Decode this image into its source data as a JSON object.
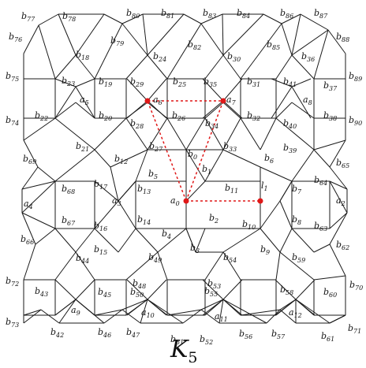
{
  "title": "K",
  "title_subscript": "5",
  "colors": {
    "edge": "#1a1a1a",
    "highlight": "#e01818",
    "background": "#ffffff"
  },
  "labels": [
    "b77",
    "b78",
    "b80",
    "b81",
    "b83",
    "b84",
    "b86",
    "b87",
    "b76",
    "b88",
    "b18",
    "b79",
    "b24",
    "b82",
    "b30",
    "b85",
    "b36",
    "b75",
    "b89",
    "b23",
    "a5",
    "b19",
    "b29",
    "a6",
    "b25",
    "b35",
    "a7",
    "b31",
    "b41",
    "a8",
    "b37",
    "b74",
    "b90",
    "b22",
    "b20",
    "b28",
    "b26",
    "b34",
    "b32",
    "b40",
    "b38",
    "b21",
    "b27",
    "b33",
    "b39",
    "b69",
    "b65",
    "b12",
    "b5",
    "b0",
    "b1",
    "b6",
    "b64",
    "b68",
    "b17",
    "b13",
    "b11",
    "l1",
    "b7",
    "a4",
    "a3",
    "a0",
    "a2",
    "b67",
    "b16",
    "b14",
    "b2",
    "b10",
    "b8",
    "b63",
    "b66",
    "b4",
    "b62",
    "b15",
    "b3",
    "b9",
    "b44",
    "b49",
    "b54",
    "b59",
    "b72",
    "b48",
    "b53",
    "b70",
    "b43",
    "b45",
    "b50",
    "b55",
    "b58",
    "b60",
    "a9",
    "a10",
    "a11",
    "a12",
    "b73",
    "b71",
    "b42",
    "b46",
    "b47",
    "b51",
    "b52",
    "b56",
    "b57",
    "b61"
  ]
}
